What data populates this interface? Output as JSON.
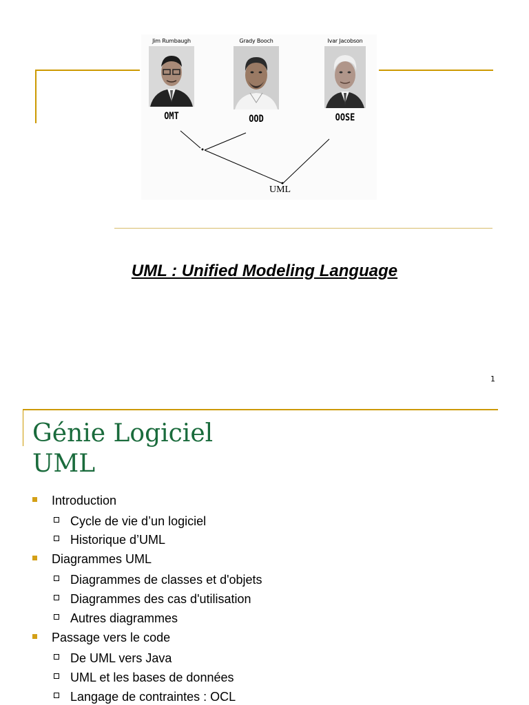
{
  "slide1": {
    "people": [
      {
        "name": "Jim Rumbaugh",
        "method": "OMT"
      },
      {
        "name": "Grady Booch",
        "method": "OOD"
      },
      {
        "name": "Ivar Jacobson",
        "method": "OOSE"
      }
    ],
    "merge_result": "UML",
    "title": "UML : Unified Modeling Language",
    "page_number": "1",
    "accent_color": "#cc9900"
  },
  "slide2": {
    "title_line1": "Génie Logiciel",
    "title_line2": "UML",
    "title_color": "#1a6b3c",
    "bullet_color": "#d4a017",
    "outline": [
      {
        "label": "Introduction",
        "children": [
          "Cycle de vie d’un logiciel",
          "Historique d’UML"
        ]
      },
      {
        "label": "Diagrammes UML",
        "children": [
          "Diagrammes de classes et d'objets",
          "Diagrammes des cas d'utilisation",
          "Autres diagrammes"
        ]
      },
      {
        "label": "Passage vers le code",
        "children": [
          "De UML vers Java",
          "UML et les bases de données",
          "Langage de contraintes : OCL"
        ]
      }
    ]
  }
}
